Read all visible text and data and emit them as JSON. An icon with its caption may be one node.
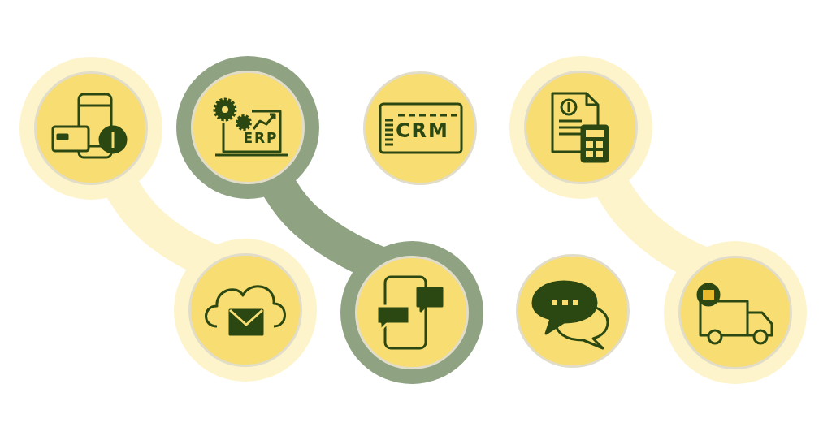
{
  "diagram": {
    "nodes": [
      {
        "text": [],
        "shape": "circle"
      },
      {
        "text": [],
        "shape": "circle"
      },
      {
        "text": [
          "ERP"
        ]
      },
      {
        "text": [],
        "shape": "circle"
      },
      {
        "text": [
          "CRM"
        ]
      },
      {
        "text": [],
        "shape": "circle"
      },
      {
        "text": [],
        "shape": "circle"
      },
      {
        "text": [],
        "shape": "circle"
      }
    ],
    "edges": [
      {
        "from": 0,
        "to": 1,
        "arrow": "none"
      },
      {
        "from": 2,
        "to": 3,
        "arrow": "none",
        "color": "#8fa383"
      },
      {
        "from": 5,
        "to": 7,
        "arrow": "none"
      }
    ]
  }
}
